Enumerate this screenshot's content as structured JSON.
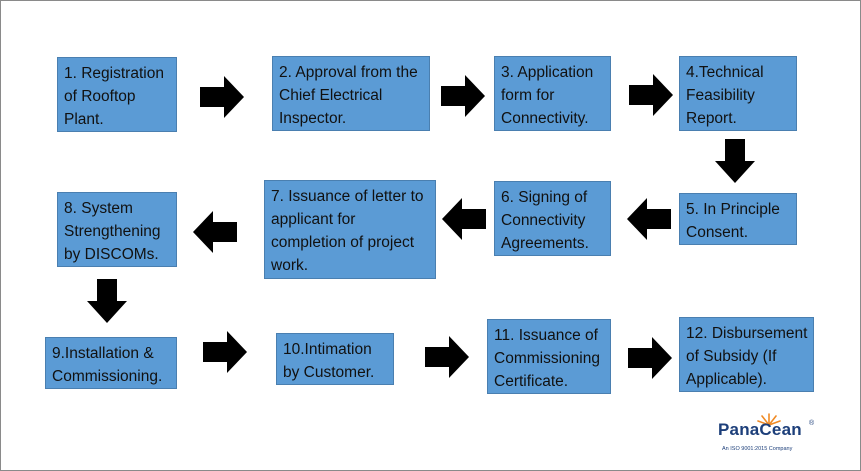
{
  "steps": [
    {
      "id": 1,
      "text": "1. Registration of Rooftop Plant."
    },
    {
      "id": 2,
      "text": "2. Approval from the Chief Electrical Inspector."
    },
    {
      "id": 3,
      "text": "3. Application form for Connectivity."
    },
    {
      "id": 4,
      "text": "4.Technical Feasibility Report."
    },
    {
      "id": 5,
      "text": "5. In Principle Consent."
    },
    {
      "id": 6,
      "text": "6. Signing of Connectivity Agreements."
    },
    {
      "id": 7,
      "text": "7. Issuance of letter to applicant for completion of project work."
    },
    {
      "id": 8,
      "text": "8. System Strengthening by DISCOMs."
    },
    {
      "id": 9,
      "text": "9.Installation & Commissioning."
    },
    {
      "id": 10,
      "text": "10.Intimation by Customer."
    },
    {
      "id": 11,
      "text": "11. Issuance of Commissioning Certificate."
    },
    {
      "id": 12,
      "text": "12. Disbursement of Subsidy (If Applicable)."
    }
  ],
  "logo": {
    "name": "PanaCean",
    "tagline": "An ISO 9001:2015 Company",
    "registered": "®"
  },
  "colors": {
    "box_fill": "#5b9bd5",
    "arrow_fill": "#000000",
    "logo_blue": "#1d3f7a",
    "logo_orange": "#f08a24"
  }
}
